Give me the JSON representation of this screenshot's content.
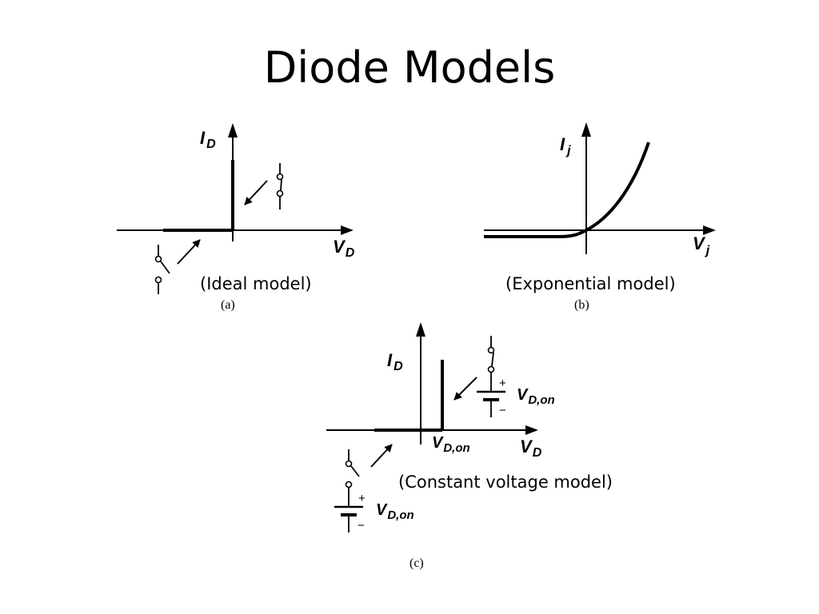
{
  "title": "Diode Models",
  "panel_a": {
    "axis_y": "I",
    "axis_y_sub": "D",
    "axis_x": "V",
    "axis_x_sub": "D",
    "caption": "(Ideal model)",
    "tag": "(a)"
  },
  "panel_b": {
    "axis_y": "I",
    "axis_y_sub": "j",
    "axis_x": "V",
    "axis_x_sub": "j",
    "caption": "(Exponential model)",
    "tag": "(b)"
  },
  "panel_c": {
    "axis_y": "I",
    "axis_y_sub": "D",
    "axis_x": "V",
    "axis_x_sub": "D",
    "tick": "V",
    "tick_sub": "D,on",
    "battery_top": "V",
    "battery_top_sub": "D,on",
    "battery_bottom": "V",
    "battery_bottom_sub": "D,on",
    "plus": "+",
    "minus": "−",
    "caption": "(Constant voltage model)",
    "tag": "(c)"
  }
}
